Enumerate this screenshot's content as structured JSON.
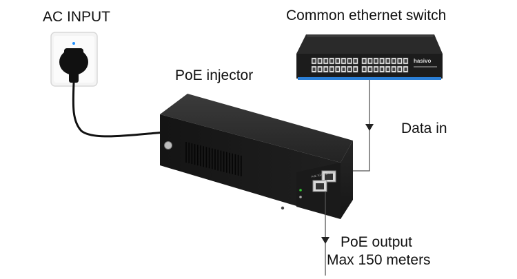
{
  "labels": {
    "ac_input": "AC INPUT",
    "switch": "Common ethernet switch",
    "injector": "PoE injector",
    "data_in": "Data in",
    "poe_output": "PoE output",
    "max_distance": "Max 150 meters"
  },
  "switch_brand": "hasivo",
  "injector_port_text": "PoE 1G/10/100Mb/s",
  "colors": {
    "device_body": "#1f1f1f",
    "switch_led_strip": "#2b7fd6",
    "socket_plate": "#f2f2f2",
    "cable": "#111111"
  }
}
